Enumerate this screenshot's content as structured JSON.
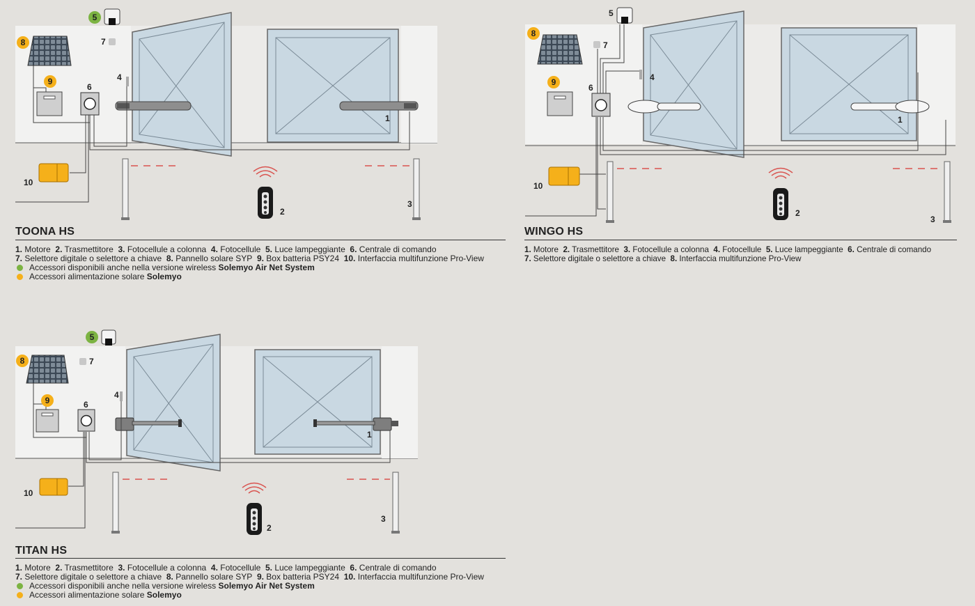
{
  "colors": {
    "green": "#7cb342",
    "orange": "#f5b01a",
    "glass": "#c9d8e2",
    "wall": "#f2f2f1",
    "background": "#e3e1dd",
    "beam": "#d9534f"
  },
  "numbers": {
    "n1": "1",
    "n2": "2",
    "n3": "3",
    "n4": "4",
    "n5": "5",
    "n6": "6",
    "n7": "7",
    "n8": "8",
    "n9": "9",
    "n10": "10"
  },
  "sections": [
    {
      "title": "TOONA HS",
      "legend_line1": [
        {
          "n": "1.",
          "t": "Motore"
        },
        {
          "n": "2.",
          "t": "Trasmettitore"
        },
        {
          "n": "3.",
          "t": "Fotocellule a colonna"
        },
        {
          "n": "4.",
          "t": "Fotocellule"
        },
        {
          "n": "5.",
          "t": "Luce lampeggiante"
        },
        {
          "n": "6.",
          "t": "Centrale di comando"
        }
      ],
      "legend_line2": [
        {
          "n": "7.",
          "t": "Selettore digitale o selettore a chiave"
        },
        {
          "n": "8.",
          "t": "Pannello solare SYP"
        },
        {
          "n": "9.",
          "t": "Box batteria PSY24"
        },
        {
          "n": "10.",
          "t": "Interfaccia multifunzione Pro-View"
        }
      ],
      "note_green": {
        "text": "Accessori disponibili anche nella versione wireless",
        "bold": "Solemyo Air Net System"
      },
      "note_orange": {
        "text": "Accessori alimentazione solare",
        "bold": "Solemyo"
      }
    },
    {
      "title": "WINGO HS",
      "legend_line1": [
        {
          "n": "1.",
          "t": "Motore"
        },
        {
          "n": "2.",
          "t": "Trasmettitore"
        },
        {
          "n": "3.",
          "t": "Fotocellule a colonna"
        },
        {
          "n": "4.",
          "t": "Fotocellule"
        },
        {
          "n": "5.",
          "t": "Luce lampeggiante"
        },
        {
          "n": "6.",
          "t": "Centrale di comando"
        }
      ],
      "legend_line2": [
        {
          "n": "7.",
          "t": "Selettore digitale o selettore a chiave"
        },
        {
          "n": "8.",
          "t": "Interfaccia multifunzione Pro-View"
        }
      ]
    },
    {
      "title": "TITAN HS",
      "legend_line1": [
        {
          "n": "1.",
          "t": "Motore"
        },
        {
          "n": "2.",
          "t": "Trasmettitore"
        },
        {
          "n": "3.",
          "t": "Fotocellule a colonna"
        },
        {
          "n": "4.",
          "t": "Fotocellule"
        },
        {
          "n": "5.",
          "t": "Luce lampeggiante"
        },
        {
          "n": "6.",
          "t": "Centrale di comando"
        }
      ],
      "legend_line2": [
        {
          "n": "7.",
          "t": "Selettore digitale o selettore a chiave"
        },
        {
          "n": "8.",
          "t": "Pannello solare SYP"
        },
        {
          "n": "9.",
          "t": "Box batteria PSY24"
        },
        {
          "n": "10.",
          "t": "Interfaccia multifunzione Pro-View"
        }
      ],
      "note_green": {
        "text": "Accessori disponibili anche nella versione wireless",
        "bold": "Solemyo Air Net System"
      },
      "note_orange": {
        "text": "Accessori alimentazione solare",
        "bold": "Solemyo"
      }
    }
  ]
}
